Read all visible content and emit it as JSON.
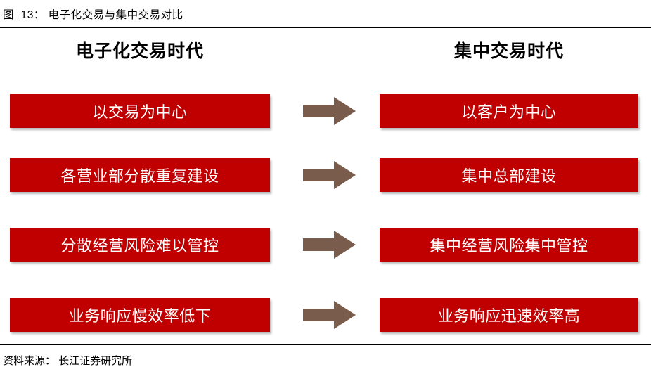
{
  "figure": {
    "caption": "图  13： 电子化交易与集中交易对比"
  },
  "columns": {
    "left_header": "电子化交易时代",
    "right_header": "集中交易时代"
  },
  "rows": [
    {
      "left": "以交易为中心",
      "right": "以客户为中心"
    },
    {
      "left": "各营业部分散重复建设",
      "right": "集中总部建设"
    },
    {
      "left": "分散经营风险难以管控",
      "right": "集中经营风险集中管控"
    },
    {
      "left": "业务响应慢效率低下",
      "right": "业务响应迅速效率高"
    }
  ],
  "icons": {
    "arrow": "right-arrow-icon"
  },
  "colors": {
    "box_red": "#C00000",
    "arrow_brown": "#7A5C4C",
    "box_text": "#FFFFFF",
    "rule_black": "#000000"
  },
  "footer": {
    "source": "资料来源： 长江证券研究所"
  }
}
